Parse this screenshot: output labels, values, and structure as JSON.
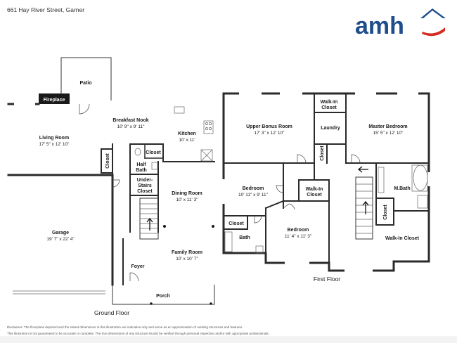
{
  "header": {
    "address": "661 Hay River Street, Garner"
  },
  "brand": {
    "logo_text": "amh",
    "color_blue": "#1e4e8c",
    "color_red": "#d52b1e"
  },
  "rooms": {
    "patio": {
      "name": "Patio"
    },
    "fireplace": {
      "name": "Fireplace"
    },
    "breakfast_nook": {
      "name": "Breakfast Nook",
      "dims": "10' 9\" x 9' 11\""
    },
    "living_room": {
      "name": "Living Room",
      "dims": "17' 5\" x 12' 10\""
    },
    "kitchen": {
      "name": "Kitchen",
      "dims": "10' x 11'"
    },
    "closet_gf_left": {
      "name": "Closet"
    },
    "closet_gf_bath": {
      "name": "Closet"
    },
    "half_bath": {
      "name": "Half\nBath",
      "line1": "Half",
      "line2": "Bath"
    },
    "under_stairs": {
      "line1": "Under-",
      "line2": "Stairs",
      "line3": "Closet"
    },
    "dining_room": {
      "name": "Dining Room",
      "dims": "10' x 11' 3\""
    },
    "garage": {
      "name": "Garage",
      "dims": "19' 7\" x 22' 4\""
    },
    "family_room": {
      "name": "Family Room",
      "dims": "10' x 10' 7\""
    },
    "foyer": {
      "name": "Foyer"
    },
    "porch": {
      "name": "Porch"
    },
    "upper_bonus": {
      "name": "Upper Bonus Room",
      "dims": "17' 3\" x 12' 10\""
    },
    "walkin_top": {
      "line1": "Walk-In",
      "line2": "Closet"
    },
    "laundry": {
      "name": "Laundry"
    },
    "closet_ff_mid": {
      "name": "Closet"
    },
    "master_bedroom": {
      "name": "Master Bedroom",
      "dims": "15' 5\" x 12' 10\""
    },
    "bedroom_left": {
      "name": "Bedroom",
      "dims": "10' 11\" x 9' 11\""
    },
    "walkin_mid": {
      "line1": "Walk-In",
      "line2": "Closet"
    },
    "m_bath": {
      "name": "M.Bath"
    },
    "closet_ff_left": {
      "name": "Closet"
    },
    "bath": {
      "name": "Bath"
    },
    "bedroom_mid": {
      "name": "Bedroom",
      "dims": "11' 4\" x 11' 3\""
    },
    "closet_ff_right": {
      "name": "Closet"
    },
    "walkin_master": {
      "name": "Walk-In Closet"
    }
  },
  "floors": {
    "ground": "Ground Floor",
    "first": "First Floor"
  },
  "disclaimer": {
    "line1": "Disclaimer: The floorplans depicted and the stated dimensions in this illustration are indicative only and serve as an approximation of existing structures and features.",
    "line2": "This illustration is not guaranteed to be accurate or complete. The true dimensions of any structure should be verified through personal inspection and/or with appropriate professionals."
  }
}
